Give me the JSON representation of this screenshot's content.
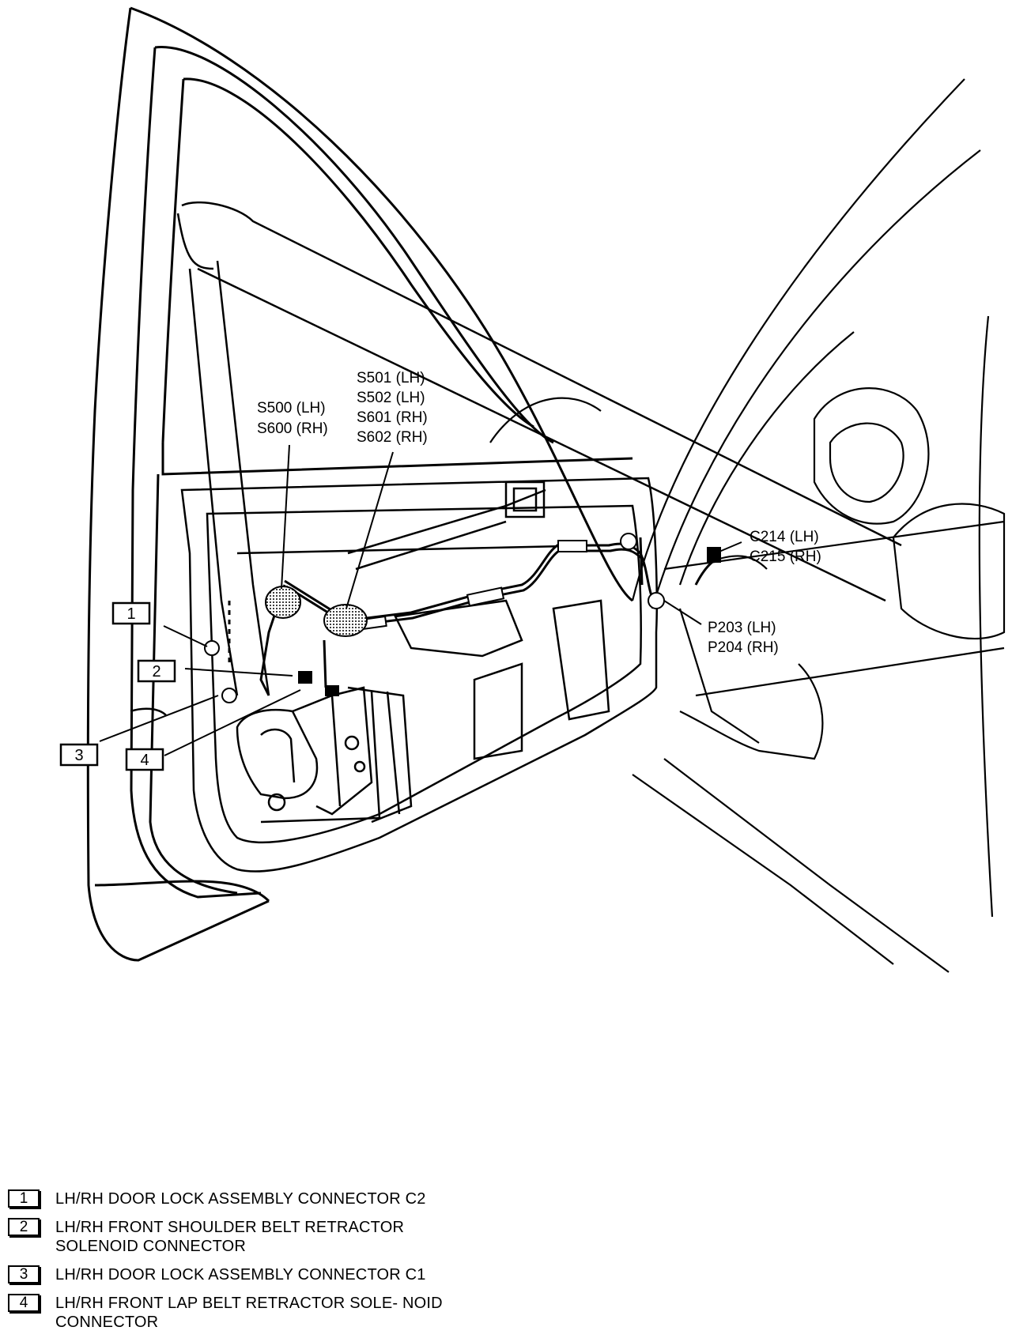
{
  "labels": {
    "s500": "S500 (LH)",
    "s600": "S600 (RH)",
    "s501": "S501 (LH)",
    "s502": "S502 (LH)",
    "s601": "S601 (RH)",
    "s602": "S602 (RH)",
    "c214": "C214 (LH)",
    "c215": "C215 (RH)",
    "p203": "P203 (LH)",
    "p204": "P204 (RH)"
  },
  "callouts": [
    "1",
    "2",
    "3",
    "4"
  ],
  "legend": [
    {
      "num": "1",
      "text": "LH/RH DOOR LOCK ASSEMBLY CONNECTOR C2"
    },
    {
      "num": "2",
      "text": "LH/RH FRONT SHOULDER BELT RETRACTOR SOLENOID CONNECTOR"
    },
    {
      "num": "3",
      "text": "LH/RH DOOR LOCK ASSEMBLY CONNECTOR C1"
    },
    {
      "num": "4",
      "text": "LH/RH FRONT LAP BELT RETRACTOR SOLE- NOID CONNECTOR"
    }
  ]
}
